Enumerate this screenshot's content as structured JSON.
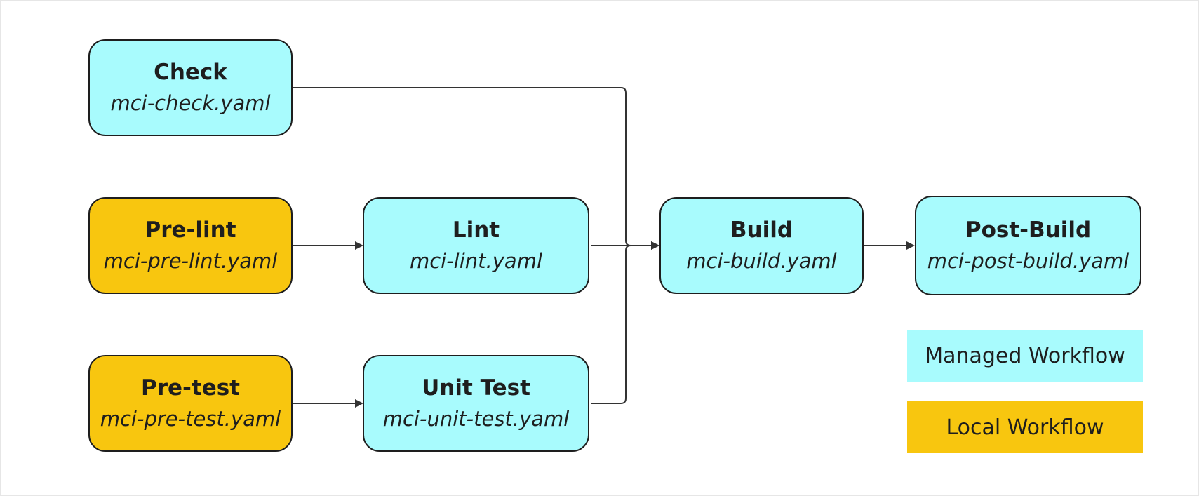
{
  "colors": {
    "managed": "#a8fbfd",
    "local": "#f8c60f",
    "stroke": "#1e1e1e",
    "connector": "#333333"
  },
  "nodes": [
    {
      "id": "check",
      "title": "Check",
      "file": "mci-check.yaml",
      "kind": "managed"
    },
    {
      "id": "pre-lint",
      "title": "Pre-lint",
      "file": "mci-pre-lint.yaml",
      "kind": "local"
    },
    {
      "id": "lint",
      "title": "Lint",
      "file": "mci-lint.yaml",
      "kind": "managed"
    },
    {
      "id": "build",
      "title": "Build",
      "file": "mci-build.yaml",
      "kind": "managed"
    },
    {
      "id": "post-build",
      "title": "Post-Build",
      "file": "mci-post-build.yaml",
      "kind": "managed"
    },
    {
      "id": "pre-test",
      "title": "Pre-test",
      "file": "mci-pre-test.yaml",
      "kind": "local"
    },
    {
      "id": "unit-test",
      "title": "Unit Test",
      "file": "mci-unit-test.yaml",
      "kind": "managed"
    }
  ],
  "edges": [
    {
      "from": "check",
      "to": "build"
    },
    {
      "from": "pre-lint",
      "to": "lint"
    },
    {
      "from": "lint",
      "to": "build"
    },
    {
      "from": "unit-test",
      "to": "build"
    },
    {
      "from": "build",
      "to": "post-build"
    },
    {
      "from": "pre-test",
      "to": "unit-test"
    }
  ],
  "legend": {
    "managed_label": "Managed Workflow",
    "local_label": "Local Workflow"
  }
}
